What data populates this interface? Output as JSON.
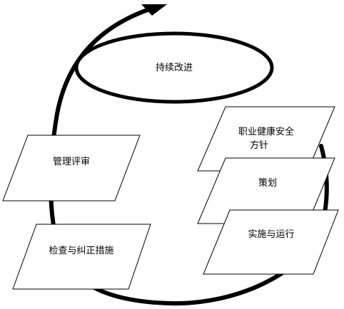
{
  "diagram": {
    "center_label": "持续改进",
    "steps": {
      "policy": [
        "职业健康安全",
        "方针"
      ],
      "planning": "策划",
      "implementation": "实施与运行",
      "checking": "检查与纠正措施",
      "review": "管理评审"
    }
  }
}
